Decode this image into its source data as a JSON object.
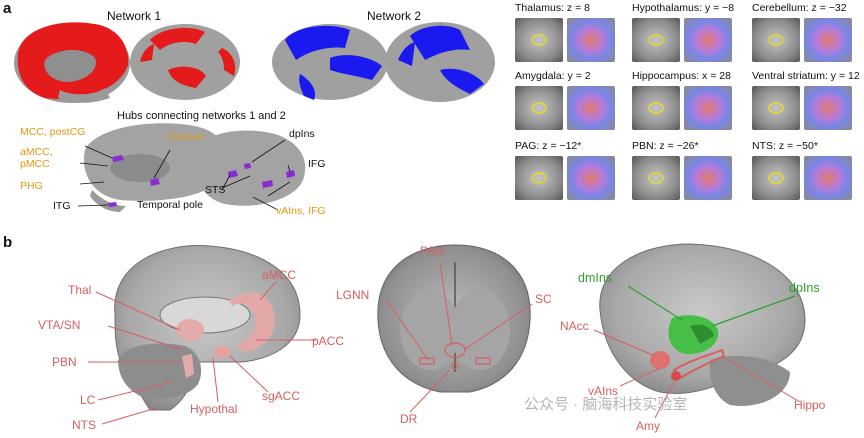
{
  "panel_a": {
    "letter": "a",
    "network1_title": "Network 1",
    "network2_title": "Network 2",
    "hubs_title": "Hubs connecting networks 1 and 2",
    "colors": {
      "network1": "#e51b1b",
      "network2": "#1a1af0",
      "hub": "#8a2bd4",
      "hub_label_orange": "#e5960e"
    },
    "hub_labels": {
      "mcc_postcg": "MCC, postCG",
      "amcc_pmcc_1": "aMCC,",
      "amcc_pmcc_2": "pMCC",
      "phg": "PHG",
      "itg": "ITG",
      "cuneus": "Cuneus",
      "temporal_pole": "Temporal pole",
      "sts": "STS",
      "dpins": "dpIns",
      "ifg": "IFG",
      "vains_ifg": "vAIns, IFG"
    },
    "thumbnails": [
      {
        "title": "Thalamus: z = 8"
      },
      {
        "title": "Hypothalamus: y = −8"
      },
      {
        "title": "Cerebellum: z = −32"
      },
      {
        "title": "Amygdala: y = 2"
      },
      {
        "title": "Hippocampus: x = 28"
      },
      {
        "title": "Ventral striatum: y = 12"
      },
      {
        "title": "PAG: z = −12*"
      },
      {
        "title": "PBN: z = −26*"
      },
      {
        "title": "NTS: z = −50*"
      }
    ]
  },
  "panel_b": {
    "letter": "b",
    "colors": {
      "red_regions": "#d65f5f",
      "green_regions": "#2f9e2f"
    },
    "sagittal_labels": {
      "thal": "Thal",
      "vta_sn": "VTA/SN",
      "pbn": "PBN",
      "lc": "LC",
      "nts": "NTS",
      "hypothal": "Hypothal",
      "sgacc": "sgACC",
      "pacc": "pACC",
      "amcc": "aMCC"
    },
    "coronal_labels": {
      "pag": "PAG",
      "lgnn": "LGNN",
      "sc": "SC",
      "dr": "DR"
    },
    "lateral_labels": {
      "dmins": "dmIns",
      "dpins": "dpIns",
      "nacc": "NAcc",
      "vains": "vAIns",
      "amy": "Amy",
      "hippo": "Hippo"
    }
  },
  "watermark": "公众号 · 脑海科技实验室"
}
